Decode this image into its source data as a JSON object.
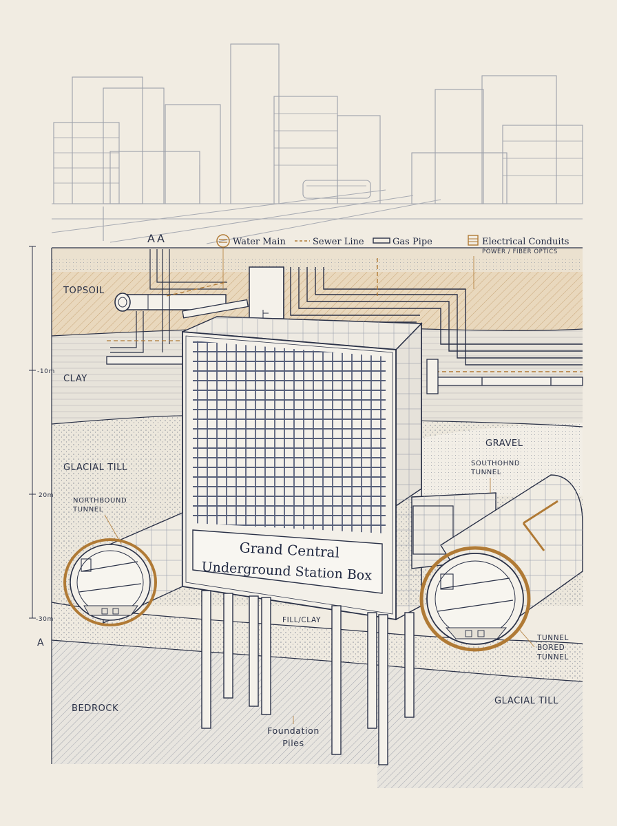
{
  "section_marks": {
    "top_a1": "A",
    "top_a2": "A",
    "bottom_a": "A"
  },
  "legend": {
    "water_main": "Water Main",
    "sewer_line": "Sewer Line",
    "gas_pipe": "Gas Pipe",
    "electrical_conduits": "Electrical Conduits",
    "electrical_sub": "POWER / FIBER OPTICS"
  },
  "depth_scale": [
    "-10m",
    "20m",
    "-30m"
  ],
  "layers": {
    "topsoil": "TOPSOIL",
    "clay": "CLAY",
    "glacial_till_left": "GLACIAL TILL",
    "gravel": "GRAVEL",
    "fill_clay": "FILL/CLAY",
    "bedrock": "BEDROCK",
    "glacial_till_right": "GLACIAL TILL"
  },
  "tunnels": {
    "northbound_1": "NORTHBOUND",
    "northbound_2": "TUNNEL",
    "southbound_1": "SOUTHOHND",
    "southbound_2": "TUNNEL",
    "bored_1": "TUNNEL",
    "bored_2": "BORED",
    "bored_3": "TUNNEL"
  },
  "station_box": {
    "title_line1": "Grand Central",
    "title_line2": "Underground Station Box"
  },
  "piles": {
    "line1": "Foundation",
    "line2": "Piles"
  },
  "colors": {
    "paper": "#f1ece2",
    "ink": "#2a3147",
    "copper": "#b07a35",
    "topsoil": "#e9d8bd",
    "grid": "#3b4766"
  }
}
